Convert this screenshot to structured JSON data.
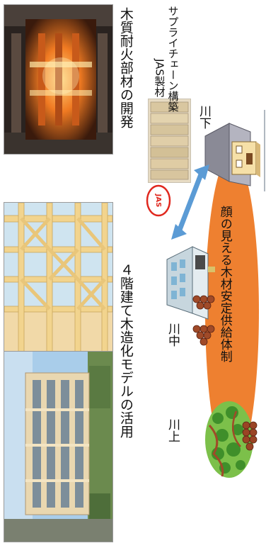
{
  "captions": {
    "fire_resistant": "木質耐火部材の開発",
    "four_story": "４階建て木造化モデルの活用",
    "jas_lumber": "JAS製材",
    "supply_chain": "サプライチェーン構築",
    "supply_system": "顔の見える木材安定供給体制"
  },
  "labels": {
    "upstream": "川上",
    "midstream": "川中",
    "downstream": "川下",
    "jas_mark": "JAS"
  },
  "colors": {
    "ellipse": "#ee8030",
    "arrow": "#5b9bd5",
    "jas_red": "#e0281e"
  }
}
